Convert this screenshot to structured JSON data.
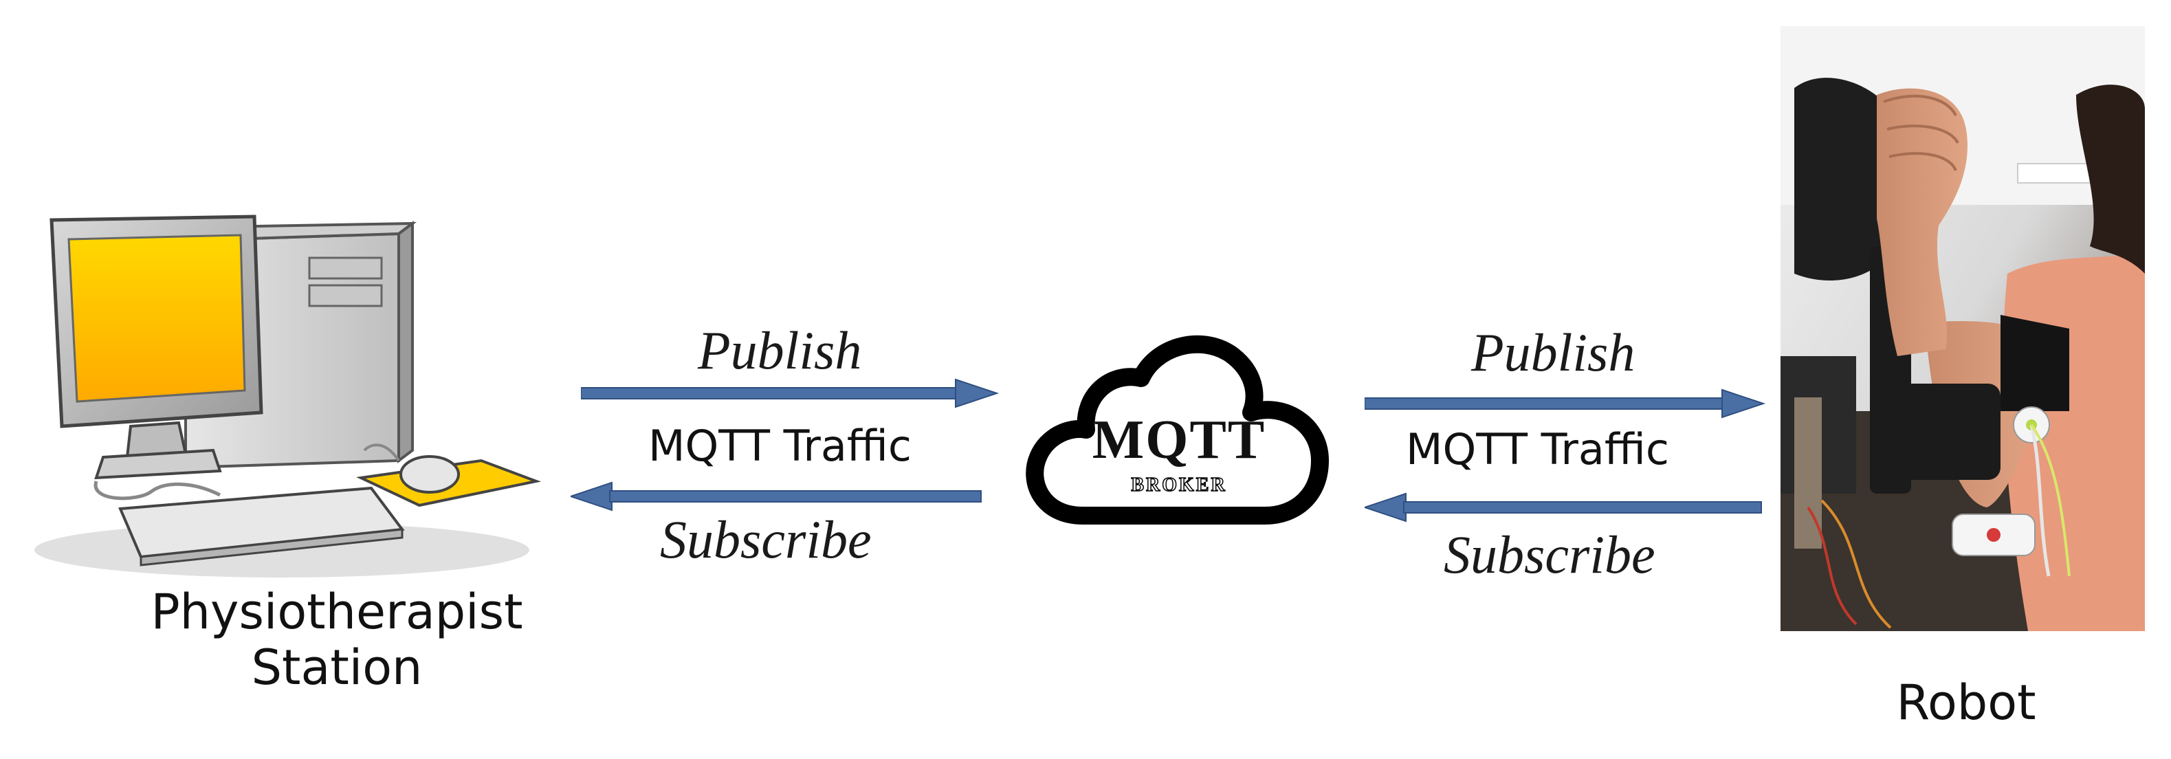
{
  "left_node": {
    "label_line1": "Physiotherapist",
    "label_line2": "Station",
    "icon": "desktop-computer-icon"
  },
  "right_node": {
    "label": "Robot",
    "icon": "robot-photo"
  },
  "broker": {
    "title": "MQTT",
    "subtitle": "BROKER",
    "icon": "cloud-icon"
  },
  "left_link": {
    "publish": "Publish",
    "traffic": "MQTT Traffic",
    "subscribe": "Subscribe"
  },
  "right_link": {
    "publish": "Publish",
    "traffic": "MQTT Traffic",
    "subscribe": "Subscribe"
  },
  "colors": {
    "arrow": "#4a6fa5",
    "arrow_dark": "#2f4f80",
    "screen": "#ffcc00",
    "cloud_stroke": "#000000"
  }
}
